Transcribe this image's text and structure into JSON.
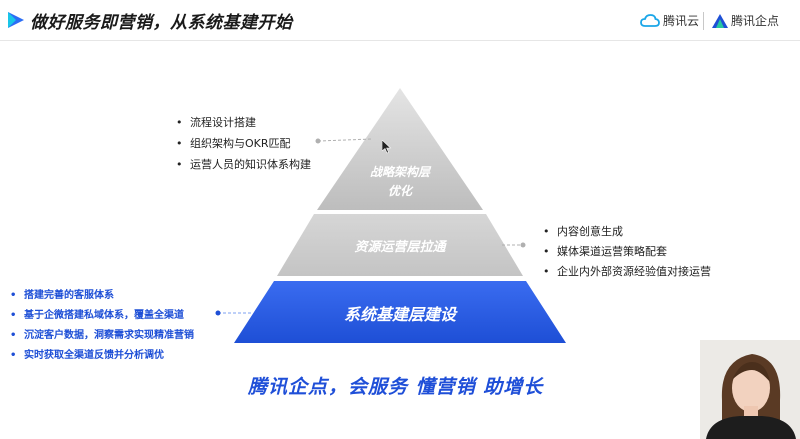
{
  "header": {
    "title": "做好服务即营销，从系统基建开始",
    "brand_cloud": "腾讯云",
    "brand_qidian": "腾讯企点"
  },
  "pyramid": {
    "top_label_line1": "战略架构层",
    "top_label_line2": "优化",
    "middle_label": "资源运营层拉通",
    "bottom_label": "系统基建层建设"
  },
  "bullets_top": [
    "流程设计搭建",
    "组织架构与OKR匹配",
    "运营人员的知识体系构建"
  ],
  "bullets_right": [
    "内容创意生成",
    "媒体渠道运营策略配套",
    "企业内外部资源经验值对接运营"
  ],
  "bullets_left": [
    "搭建完善的客服体系",
    "基于企微搭建私域体系，覆盖全渠道",
    "沉淀客户数据，洞察需求实现精准营销",
    "实时获取全渠道反馈并分析调优"
  ],
  "slogan": "腾讯企点，会服务 懂营销 助增长",
  "colors": {
    "accent_blue": "#1f4fd8",
    "tier_gray_top": "#bdbdbd",
    "tier_gray_mid": "#c9c9c9",
    "tier_blue_light": "#3a6cf0",
    "tier_blue_dark": "#1e4fd6"
  }
}
